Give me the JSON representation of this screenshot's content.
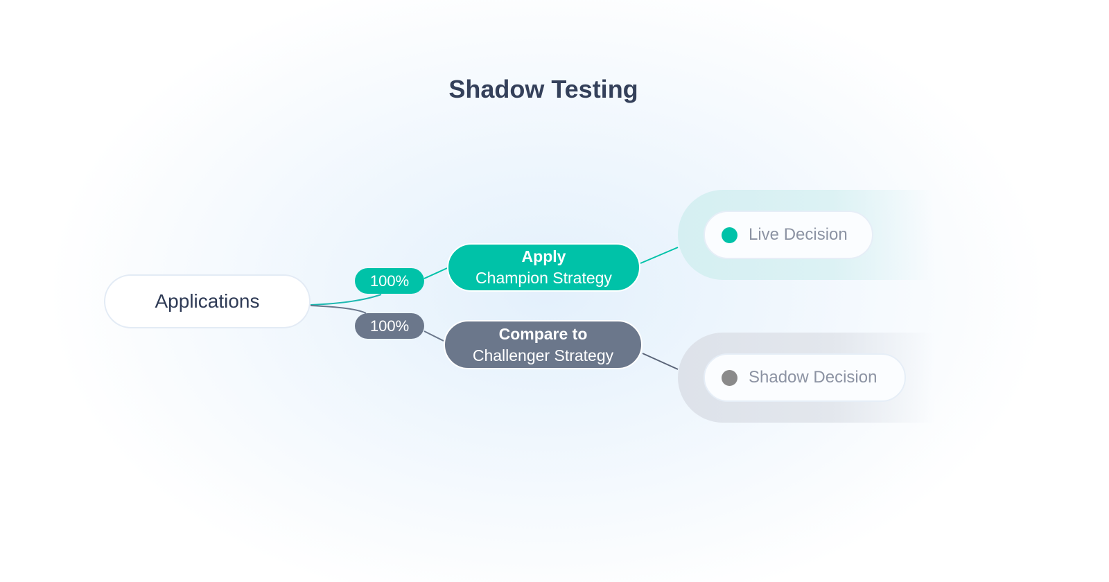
{
  "title": "Shadow Testing",
  "root": {
    "label": "Applications"
  },
  "branches": [
    {
      "percent": "100%",
      "title": "Apply",
      "subtitle": "Champion Strategy",
      "outcome": "Live Decision",
      "color": "#00c2a8"
    },
    {
      "percent": "100%",
      "title": "Compare to",
      "subtitle": "Challenger Strategy",
      "outcome": "Shadow Decision",
      "color": "#6b778b",
      "dot_color": "#8a8a8a"
    }
  ]
}
